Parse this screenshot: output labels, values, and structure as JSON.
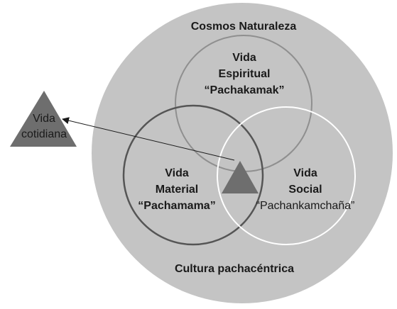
{
  "outer_circle": {
    "top_label": "Cosmos Naturaleza",
    "bottom_label": "Cultura pachacéntrica"
  },
  "circles": {
    "spiritual": {
      "line1": "Vida",
      "line2": "Espiritual",
      "line3": "“Pachakamak”"
    },
    "material": {
      "line1": "Vida",
      "line2": "Material",
      "line3": "“Pachamama”"
    },
    "social": {
      "line1": "Vida",
      "line2": "Social",
      "line3": "“Pachankamchaña”"
    }
  },
  "daily_life": {
    "line1": "Vida",
    "line2": "cotidiana"
  },
  "colors": {
    "outer_fill": "#c4c4c4",
    "spiritual_stroke": "#8f8f8f",
    "material_stroke": "#555555",
    "social_stroke": "#ffffff",
    "triangle_fill": "#6e6e6e",
    "arrow": "#1a1a1a"
  }
}
